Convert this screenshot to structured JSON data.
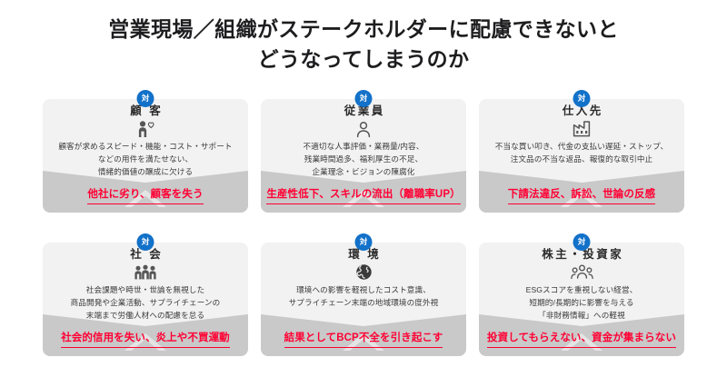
{
  "title": {
    "line1": "営業現場／組織がステークホルダーに配慮できないと",
    "line2": "どうなってしまうのか"
  },
  "colors": {
    "badge_blue": "#1271c9",
    "accent_red": "#ff0033",
    "card_bg": "#f2f2f2",
    "footer_bg": "#c9c9c9",
    "title_text": "#1d1d1f",
    "body_text": "#3a3a3a"
  },
  "badge_label": "対",
  "cards": [
    {
      "title": "顧 客",
      "icon": "person-heart-icon",
      "desc": [
        "顧客が求めるスピード・機能・コスト・サポート",
        "などの用件を満たせない、",
        "情緒的価値の醸成に欠ける"
      ],
      "result": "他社に劣り、顧客を失う"
    },
    {
      "title": "従業員",
      "icon": "person-icon",
      "desc": [
        "不適切な人事評価・業務量/内容、",
        "残業時間過多、福利厚生の不足、",
        "企業理念・ビジョンの陳腐化"
      ],
      "result": "生産性低下、スキルの流出（離職率UP）"
    },
    {
      "title": "仕入先",
      "icon": "factory-icon",
      "desc": [
        "不当な買い叩き、代金の支払い遅延・ストップ、",
        "注文品の不当な返品、報復的な取引中止"
      ],
      "result": "下請法違反、訴訟、世論の反感"
    },
    {
      "title": "社 会",
      "icon": "people-group-icon",
      "desc": [
        "社会課題や時世・世論を無視した",
        "商品開発や企業活動、サプライチェーンの",
        "末端まで労働人材への配慮を怠る"
      ],
      "result": "社会的信用を失い、炎上や不買運動"
    },
    {
      "title": "環 境",
      "icon": "globe-icon",
      "desc": [
        "環境への影響を軽視したコスト意識、",
        "サプライチェーン末端の地域環境の度外視"
      ],
      "result": "結果としてBCP不全を引き起こす"
    },
    {
      "title": "株主・投資家",
      "icon": "investors-group-icon",
      "desc": [
        "ESGスコアを重視しない経営、",
        "短期的/長期的に影響を与える",
        "「非財務情報」への軽視"
      ],
      "result": "投資してもらえない、資金が集まらない"
    }
  ]
}
